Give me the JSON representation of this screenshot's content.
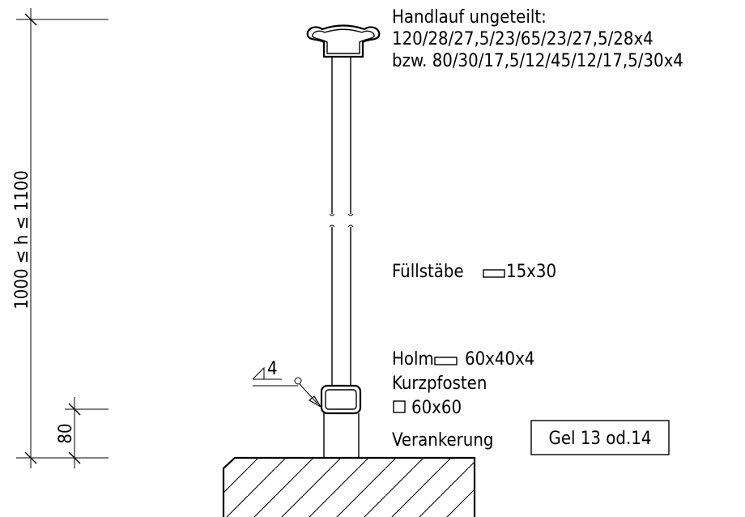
{
  "handrail": {
    "title": "Handlauf ungeteilt:",
    "dims_a": "120/28/27,5/23/65/23/27,5/28x4",
    "dims_b": "bzw. 80/30/17,5/12/45/12/17,5/30x4"
  },
  "infill": {
    "label": "Füllstäbe",
    "size": "15x30"
  },
  "rail": {
    "label": "Holm",
    "size": "60x40x4"
  },
  "short_post": {
    "label": "Kurzpfosten",
    "size": "60x60"
  },
  "anchoring": {
    "label": "Verankerung",
    "reference": "Gel 13 od.14"
  },
  "weld": {
    "size": "4"
  },
  "dimensions": {
    "height_range": "1000 ≤ h ≤ 1100",
    "base_height": "80"
  }
}
